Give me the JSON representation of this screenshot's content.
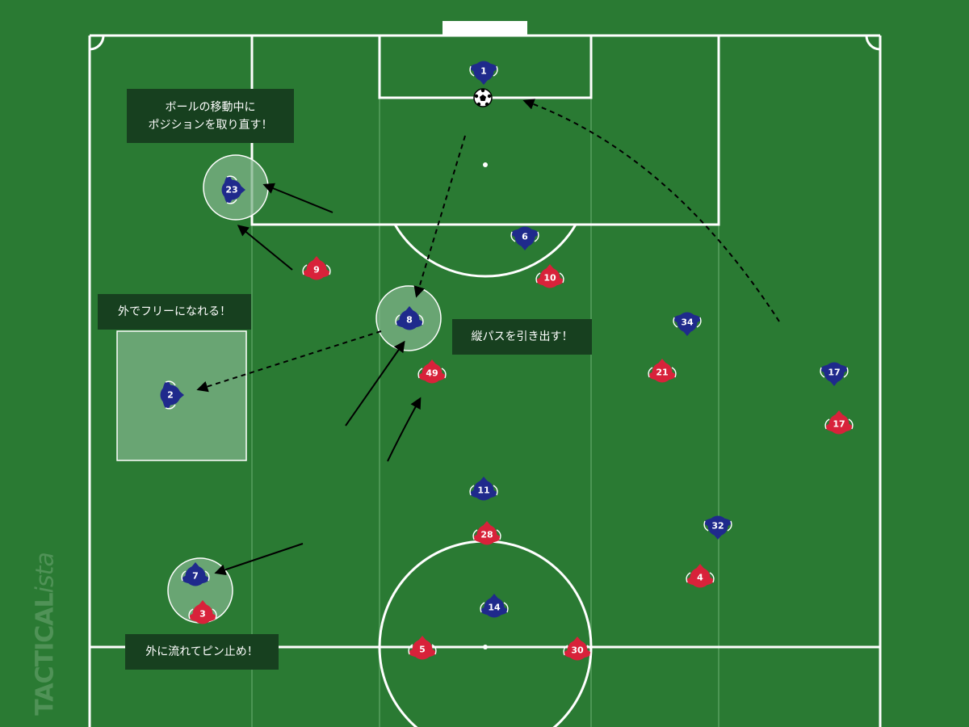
{
  "colors": {
    "grass": "#2a7a33",
    "stripe": "#3a8a43",
    "line": "#ffffff",
    "home": "#1f2a8c",
    "away": "#d8223a",
    "callout_bg": "#17401f",
    "zone_fill": "#7fb48a"
  },
  "callouts": {
    "reposition": "ボールの移動中に\nポジションを取り直す！",
    "free_outside": "外でフリーになれる！",
    "vertical_pass": "縦パスを引き出す！",
    "pin": "外に流れてピン止め！"
  },
  "watermark": {
    "brand": "TACTICAL",
    "suffix": "ista"
  },
  "players": {
    "home": [
      {
        "number": "1",
        "facing": "down"
      },
      {
        "number": "6",
        "facing": "down"
      },
      {
        "number": "23",
        "facing": "right"
      },
      {
        "number": "8",
        "facing": "up"
      },
      {
        "number": "2",
        "facing": "right"
      },
      {
        "number": "34",
        "facing": "down"
      },
      {
        "number": "17",
        "facing": "down"
      },
      {
        "number": "11",
        "facing": "up"
      },
      {
        "number": "32",
        "facing": "down"
      },
      {
        "number": "14",
        "facing": "up"
      },
      {
        "number": "7",
        "facing": "up"
      }
    ],
    "away": [
      {
        "number": "9",
        "facing": "up"
      },
      {
        "number": "10",
        "facing": "up"
      },
      {
        "number": "49",
        "facing": "up"
      },
      {
        "number": "21",
        "facing": "up"
      },
      {
        "number": "17",
        "facing": "up"
      },
      {
        "number": "28",
        "facing": "up"
      },
      {
        "number": "4",
        "facing": "up"
      },
      {
        "number": "3",
        "facing": "up"
      },
      {
        "number": "5",
        "facing": "up"
      },
      {
        "number": "30",
        "facing": "up"
      }
    ]
  },
  "ball": {
    "icon": "soccer-ball-icon"
  }
}
